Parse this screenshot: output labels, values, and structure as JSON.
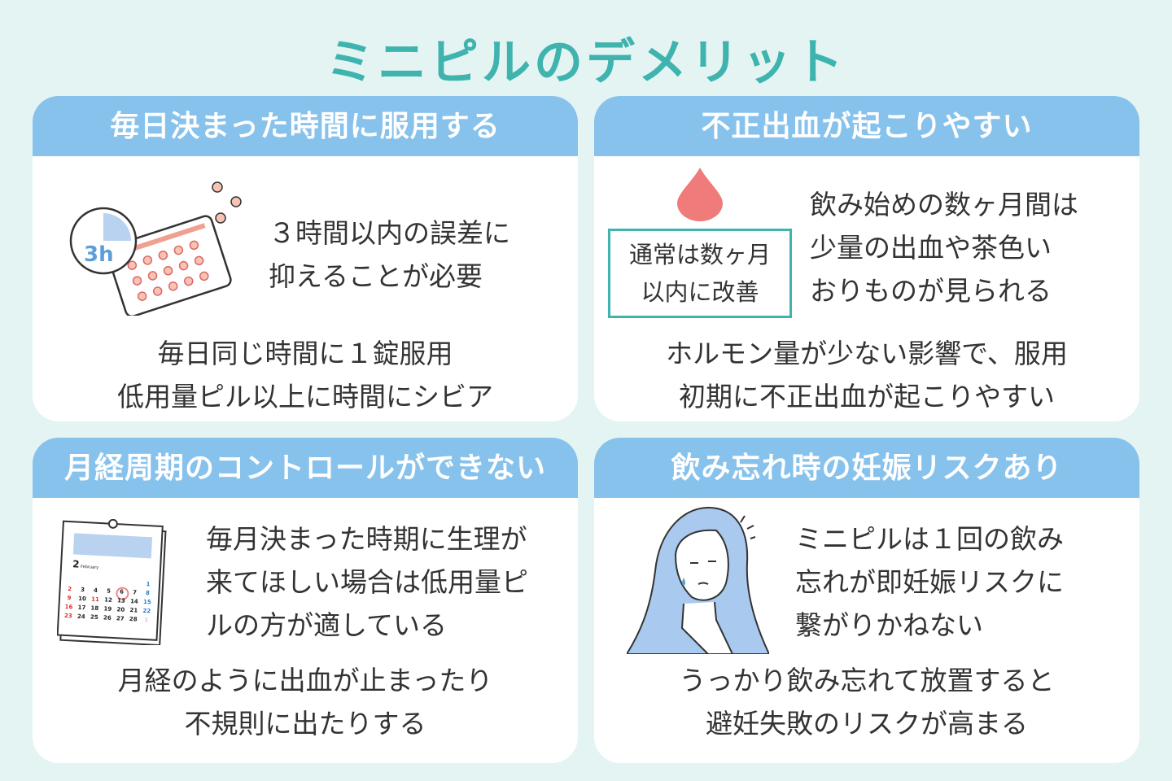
{
  "title": "ミニピルのデメリット",
  "panels": [
    {
      "header": "毎日決まった時間に服用する",
      "side": [
        "３時間以内の誤差に",
        "抑えることが必要"
      ],
      "icon_label": "3h",
      "bottom": [
        "毎日同じ時間に１錠服用",
        "低用量ピル以上に時間にシビア"
      ]
    },
    {
      "header": "不正出血が起こりやすい",
      "box": [
        "通常は数ヶ月",
        "以内に改善"
      ],
      "side": [
        "飲み始めの数ヶ月間は",
        "少量の出血や茶色い",
        "おりものが見られる"
      ],
      "bottom": [
        "ホルモン量が少ない影響で、服用",
        "初期に不正出血が起こりやすい"
      ]
    },
    {
      "header": "月経周期のコントロールができない",
      "side": [
        "毎月決まった時期に生理が",
        "来てほしい場合は低用量ピ",
        "ルの方が適している"
      ],
      "bottom": [
        "月経のように出血が止まったり",
        "不規則に出たりする"
      ],
      "calendar": {
        "month": "2",
        "month_name": "February",
        "days": [
          "",
          "",
          "",
          "",
          "",
          "",
          "1",
          "2",
          "3",
          "4",
          "5",
          "6",
          "7",
          "8",
          "9",
          "10",
          "11",
          "12",
          "13",
          "14",
          "15",
          "16",
          "17",
          "18",
          "19",
          "20",
          "21",
          "22",
          "23",
          "24",
          "25",
          "26",
          "27",
          "28",
          "1"
        ]
      }
    },
    {
      "header": "飲み忘れ時の妊娠リスクあり",
      "side": [
        "ミニピルは１回の飲み",
        "忘れが即妊娠リスクに",
        "繋がりかねない"
      ],
      "bottom": [
        "うっかり飲み忘れて放置すると",
        "避妊失敗のリスクが高まる"
      ]
    }
  ],
  "colors": {
    "accent": "#3fb3ae",
    "header": "#87c2ec",
    "pill": "#f0a090",
    "drop": "#ef7b7b"
  }
}
